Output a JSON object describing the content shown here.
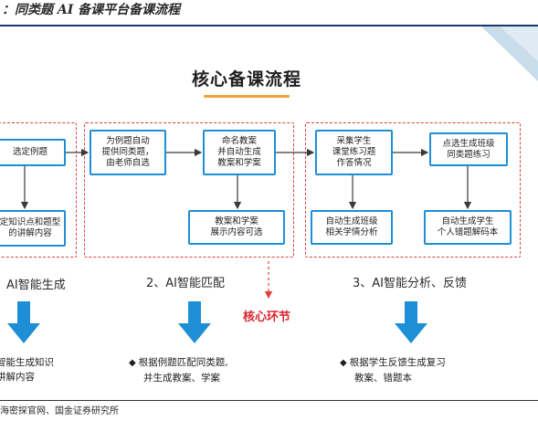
{
  "header": {
    "title": "：同类题 AI 备课平台备课流程"
  },
  "diagram": {
    "title": "核心备课流程",
    "section1": {
      "box_top": "选定例题",
      "box_bottom_line1": "定知识点和题型",
      "box_bottom_line2": "的讲解内容",
      "label": "、AI智能生成",
      "bullet_line1": "智能生成知识",
      "bullet_line2": "讲解内容"
    },
    "section2": {
      "box_left_line1": "为例题自动",
      "box_left_line2": "提供同类题，",
      "box_left_line3": "由老师自选",
      "box_right_line1": "命名教案",
      "box_right_line2": "并自动生成",
      "box_right_line3": "教案和学案",
      "box_bottom_line1": "教案和学案",
      "box_bottom_line2": "展示内容可选",
      "label": "2、AI智能匹配",
      "core_label": "核心环节",
      "bullet_line1": "根据例题匹配同类题,",
      "bullet_line2": "并生成教案、学案"
    },
    "section3": {
      "box_left_line1": "采集学生",
      "box_left_line2": "课堂练习题",
      "box_left_line3": "作答情况",
      "box_right_line1": "点选生成班级",
      "box_right_line2": "同类题练习",
      "box_bl_line1": "自动生成班级",
      "box_bl_line2": "相关学情分析",
      "box_br_line1": "自动生成学生",
      "box_br_line2": "个人错题解码本",
      "label": "3、AI智能分析、反馈",
      "bullet_line1": "根据学生反馈生成复习",
      "bullet_line2": "教案、错题本"
    },
    "bullet_symbol": "◆"
  },
  "footer": {
    "source": "海密探官网、国金证券研究所"
  },
  "colors": {
    "box_border": "#1e8fd6",
    "dash": "#e0403a",
    "arrow": "#1e8fd6",
    "accent": "#f3a23e",
    "core": "#d8262f"
  }
}
